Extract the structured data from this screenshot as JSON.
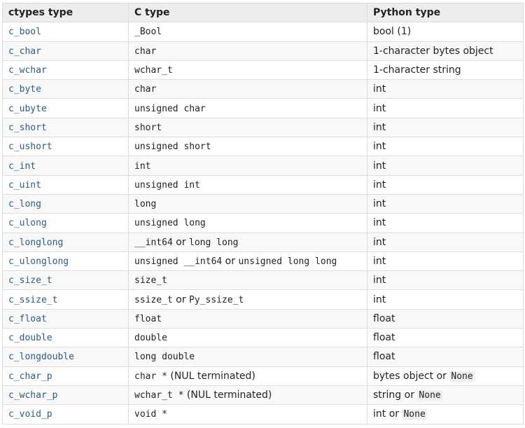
{
  "headers": [
    "ctypes type",
    "C type",
    "Python type"
  ],
  "rows": [
    {
      "ctype": "c_bool",
      "c": [
        [
          "_Bool",
          "code"
        ]
      ],
      "py": [
        [
          "bool (1)",
          "text"
        ]
      ]
    },
    {
      "ctype": "c_char",
      "c": [
        [
          "char",
          "code"
        ]
      ],
      "py": [
        [
          "1-character bytes object",
          "text"
        ]
      ]
    },
    {
      "ctype": "c_wchar",
      "c": [
        [
          "wchar_t",
          "code"
        ]
      ],
      "py": [
        [
          "1-character string",
          "text"
        ]
      ]
    },
    {
      "ctype": "c_byte",
      "c": [
        [
          "char",
          "code"
        ]
      ],
      "py": [
        [
          "int",
          "text"
        ]
      ]
    },
    {
      "ctype": "c_ubyte",
      "c": [
        [
          "unsigned char",
          "code"
        ]
      ],
      "py": [
        [
          "int",
          "text"
        ]
      ]
    },
    {
      "ctype": "c_short",
      "c": [
        [
          "short",
          "code"
        ]
      ],
      "py": [
        [
          "int",
          "text"
        ]
      ]
    },
    {
      "ctype": "c_ushort",
      "c": [
        [
          "unsigned short",
          "code"
        ]
      ],
      "py": [
        [
          "int",
          "text"
        ]
      ]
    },
    {
      "ctype": "c_int",
      "c": [
        [
          "int",
          "code"
        ]
      ],
      "py": [
        [
          "int",
          "text"
        ]
      ]
    },
    {
      "ctype": "c_uint",
      "c": [
        [
          "unsigned int",
          "code"
        ]
      ],
      "py": [
        [
          "int",
          "text"
        ]
      ]
    },
    {
      "ctype": "c_long",
      "c": [
        [
          "long",
          "code"
        ]
      ],
      "py": [
        [
          "int",
          "text"
        ]
      ]
    },
    {
      "ctype": "c_ulong",
      "c": [
        [
          "unsigned long",
          "code"
        ]
      ],
      "py": [
        [
          "int",
          "text"
        ]
      ]
    },
    {
      "ctype": "c_longlong",
      "c": [
        [
          "__int64",
          "code"
        ],
        [
          " or ",
          "text"
        ],
        [
          "long long",
          "code"
        ]
      ],
      "py": [
        [
          "int",
          "text"
        ]
      ]
    },
    {
      "ctype": "c_ulonglong",
      "c": [
        [
          "unsigned __int64",
          "code"
        ],
        [
          " or ",
          "text"
        ],
        [
          "unsigned long long",
          "code"
        ]
      ],
      "py": [
        [
          "int",
          "text"
        ]
      ]
    },
    {
      "ctype": "c_size_t",
      "c": [
        [
          "size_t",
          "code"
        ]
      ],
      "py": [
        [
          "int",
          "text"
        ]
      ]
    },
    {
      "ctype": "c_ssize_t",
      "c": [
        [
          "ssize_t",
          "code"
        ],
        [
          " or ",
          "text"
        ],
        [
          "Py_ssize_t",
          "code"
        ]
      ],
      "py": [
        [
          "int",
          "text"
        ]
      ]
    },
    {
      "ctype": "c_float",
      "c": [
        [
          "float",
          "code"
        ]
      ],
      "py": [
        [
          "float",
          "text"
        ]
      ]
    },
    {
      "ctype": "c_double",
      "c": [
        [
          "double",
          "code"
        ]
      ],
      "py": [
        [
          "float",
          "text"
        ]
      ]
    },
    {
      "ctype": "c_longdouble",
      "c": [
        [
          "long double",
          "code"
        ]
      ],
      "py": [
        [
          "float",
          "text"
        ]
      ]
    },
    {
      "ctype": "c_char_p",
      "c": [
        [
          "char *",
          "code"
        ],
        [
          " (NUL terminated)",
          "text"
        ]
      ],
      "py": [
        [
          "bytes object or ",
          "text"
        ],
        [
          "None",
          "icode"
        ]
      ]
    },
    {
      "ctype": "c_wchar_p",
      "c": [
        [
          "wchar_t *",
          "code"
        ],
        [
          " (NUL terminated)",
          "text"
        ]
      ],
      "py": [
        [
          "string or ",
          "text"
        ],
        [
          "None",
          "icode"
        ]
      ]
    },
    {
      "ctype": "c_void_p",
      "c": [
        [
          "void *",
          "code"
        ]
      ],
      "py": [
        [
          "int or ",
          "text"
        ],
        [
          "None",
          "icode"
        ]
      ]
    }
  ],
  "colors": {
    "link": "#2b5b84",
    "header_bg": "#ededed",
    "border": "#dddddd",
    "text": "#222222"
  }
}
